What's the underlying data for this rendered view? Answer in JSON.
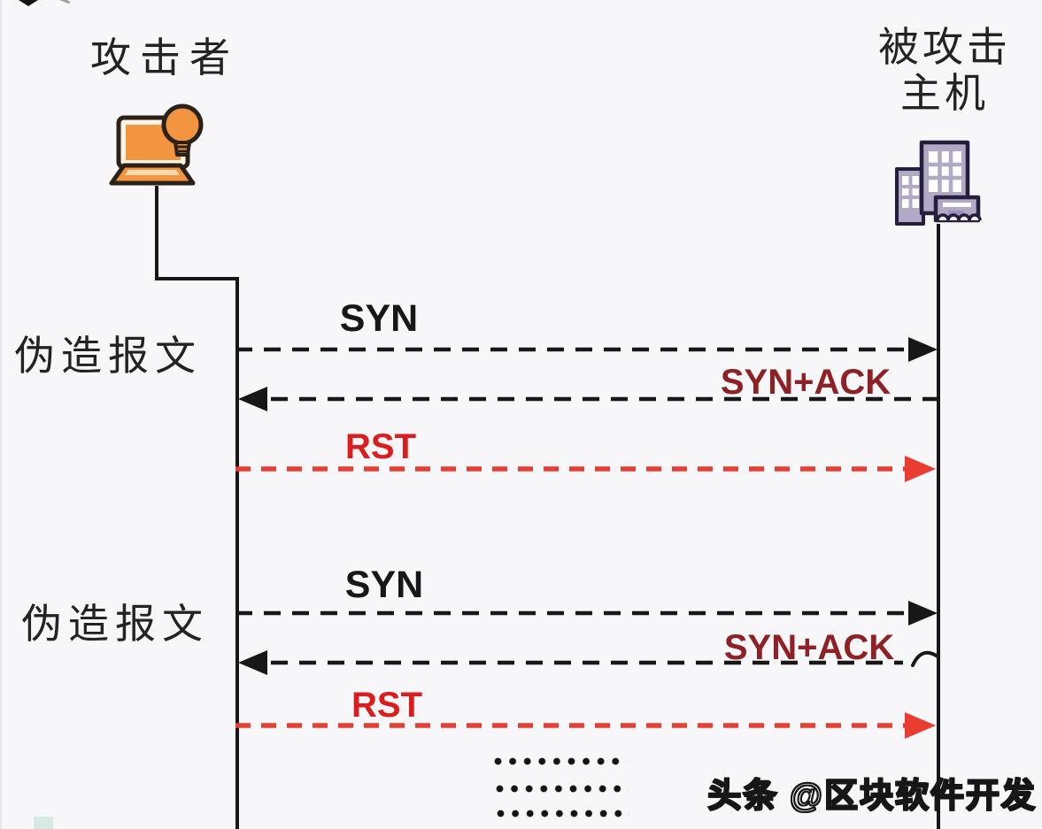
{
  "actors": {
    "attacker": {
      "label": "攻击者"
    },
    "victim": {
      "label_line1": "被攻击",
      "label_line2": "主机"
    }
  },
  "groups": [
    {
      "side_label": "伪造报文",
      "messages": [
        {
          "label": "SYN",
          "direction": "right",
          "line_color": "#171717",
          "label_color": "#171717"
        },
        {
          "label": "SYN+ACK",
          "direction": "left",
          "line_color": "#171717",
          "label_color": "#8e2125"
        },
        {
          "label": "RST",
          "direction": "right",
          "line_color": "#ea3d31",
          "label_color": "#dc1d1d"
        }
      ]
    },
    {
      "side_label": "伪造报文",
      "messages": [
        {
          "label": "SYN",
          "direction": "right",
          "line_color": "#171717",
          "label_color": "#171717"
        },
        {
          "label": "SYN+ACK",
          "direction": "left",
          "line_color": "#171717",
          "label_color": "#8e2125"
        },
        {
          "label": "RST",
          "direction": "right",
          "line_color": "#ea3d31",
          "label_color": "#dc1d1d"
        }
      ]
    }
  ],
  "ellipsis": {
    "rows": 3,
    "dots_per_row": 9
  },
  "watermark": {
    "text": "头条 @区块软件开发"
  },
  "colors": {
    "background": "#f7f7f9",
    "line_black": "#171717",
    "rst_line_red": "#ea3d31",
    "rst_text_red": "#dc1d1d",
    "synack_maroon": "#8e2125",
    "attacker_orange": "#f29440",
    "victim_lavender": "#b2a9c7"
  }
}
